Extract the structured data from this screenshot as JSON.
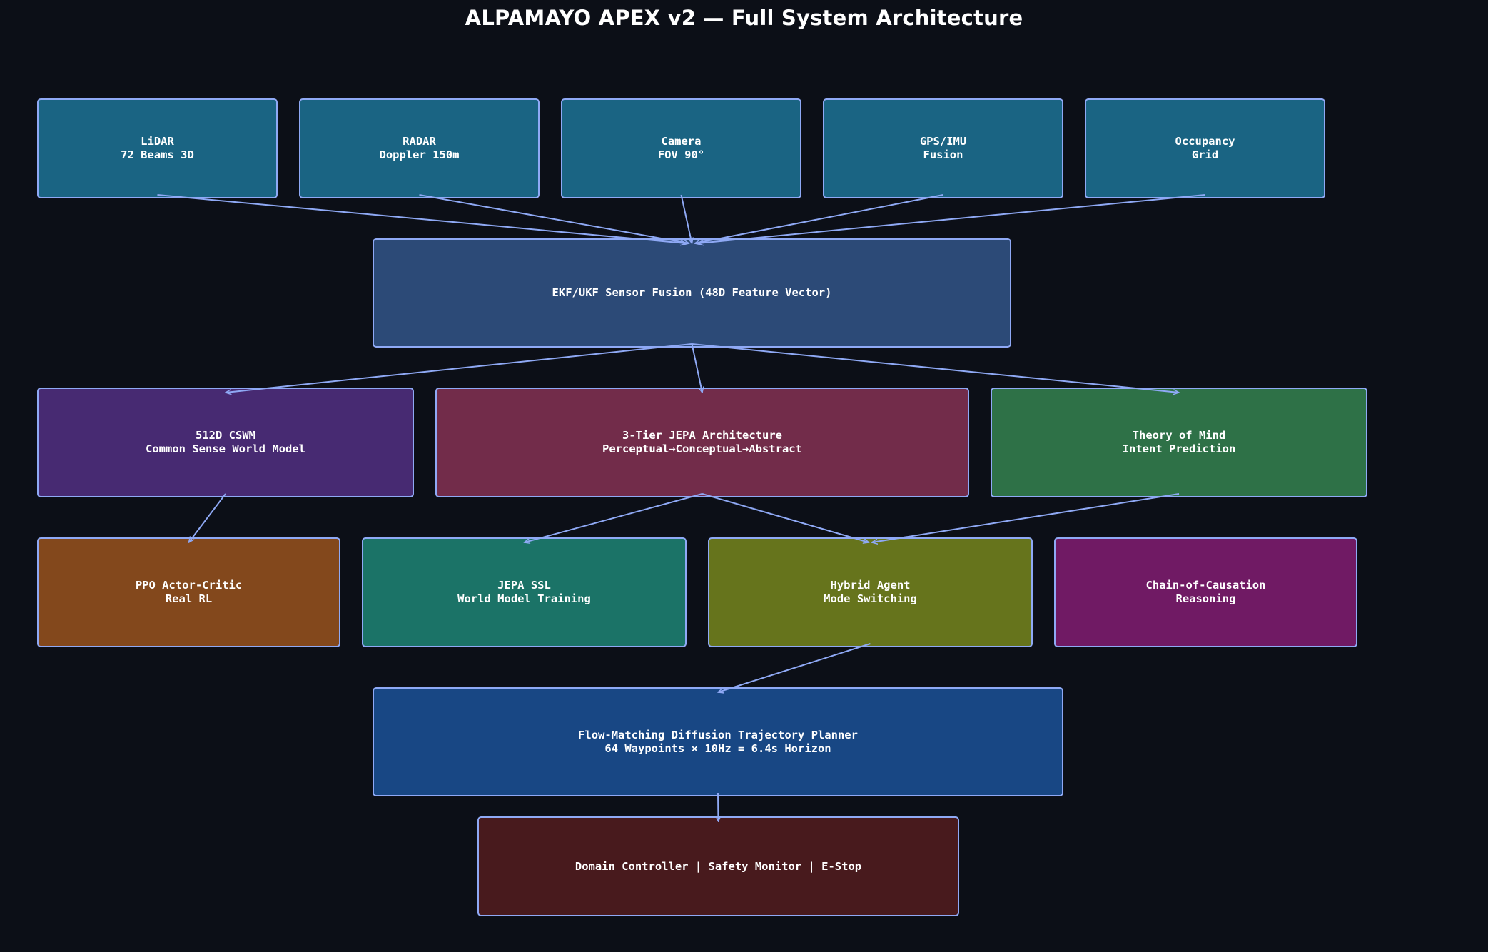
{
  "title": "ALPAMAYO APEX v2 — Full System Architecture",
  "colors": {
    "background": "#0c0f17",
    "border": "#8fa9f5",
    "edge": "#8fa9f5"
  },
  "nodes": {
    "lidar": {
      "label": "LiDAR\n72 Beams 3D",
      "color": "#1a6483"
    },
    "radar": {
      "label": "RADAR\nDoppler 150m",
      "color": "#1a6483"
    },
    "camera": {
      "label": "Camera\nFOV 90°",
      "color": "#1a6483"
    },
    "gps": {
      "label": "GPS/IMU\nFusion",
      "color": "#1a6483"
    },
    "occ": {
      "label": "Occupancy\nGrid",
      "color": "#1a6483"
    },
    "ekf": {
      "label": "EKF/UKF Sensor Fusion (48D Feature Vector)",
      "color": "#2c4a77"
    },
    "cswm": {
      "label": "512D CSWM\nCommon Sense World Model",
      "color": "#472a72"
    },
    "jepa": {
      "label": "3-Tier JEPA Architecture\nPerceptual→Conceptual→Abstract",
      "color": "#722c4a"
    },
    "tom": {
      "label": "Theory of Mind\nIntent Prediction",
      "color": "#2e7147"
    },
    "ppo": {
      "label": "PPO Actor-Critic\nReal RL",
      "color": "#83481c"
    },
    "ssl": {
      "label": "JEPA SSL\nWorld Model Training",
      "color": "#1b7367"
    },
    "hybrid": {
      "label": "Hybrid Agent\nMode Switching",
      "color": "#66741c"
    },
    "coc": {
      "label": "Chain-of-Causation\nReasoning",
      "color": "#701a64"
    },
    "flow": {
      "label": "Flow-Matching Diffusion Trajectory Planner\n64 Waypoints × 10Hz = 6.4s Horizon",
      "color": "#184784"
    },
    "domain": {
      "label": "Domain Controller | Safety Monitor | E-Stop",
      "color": "#481a1d"
    }
  },
  "edges": [
    {
      "from": "lidar",
      "to": "ekf"
    },
    {
      "from": "radar",
      "to": "ekf"
    },
    {
      "from": "camera",
      "to": "ekf"
    },
    {
      "from": "gps",
      "to": "ekf"
    },
    {
      "from": "occ",
      "to": "ekf"
    },
    {
      "from": "ekf",
      "to": "cswm"
    },
    {
      "from": "ekf",
      "to": "jepa"
    },
    {
      "from": "ekf",
      "to": "tom"
    },
    {
      "from": "cswm",
      "to": "ppo"
    },
    {
      "from": "jepa",
      "to": "ssl"
    },
    {
      "from": "jepa",
      "to": "hybrid"
    },
    {
      "from": "tom",
      "to": "hybrid"
    },
    {
      "from": "hybrid",
      "to": "flow"
    },
    {
      "from": "flow",
      "to": "domain"
    }
  ]
}
